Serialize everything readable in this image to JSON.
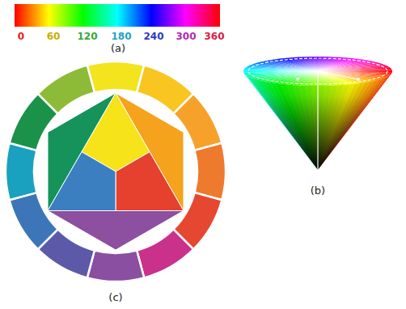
{
  "diagram": {
    "labels": [
      "0",
      "60",
      "120",
      "180",
      "240",
      "300",
      "360",
      "(a)",
      "(b)",
      "(c)"
    ]
  }
}
